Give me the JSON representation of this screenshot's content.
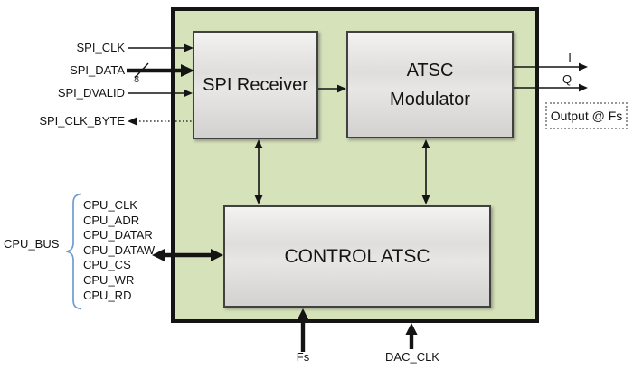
{
  "blocks": {
    "spi_receiver": {
      "label": "SPI Receiver"
    },
    "atsc_modulator": {
      "label_line1": "ATSC",
      "label_line2": "Modulator"
    },
    "control_atsc": {
      "label": "CONTROL ATSC"
    }
  },
  "left_inputs": {
    "spi_clk": "SPI_CLK",
    "spi_data": "SPI_DATA",
    "spi_data_bus_width": "8",
    "spi_dvalid": "SPI_DVALID",
    "spi_clk_byte": "SPI_CLK_BYTE"
  },
  "outputs": {
    "i": "I",
    "q": "Q",
    "note": "Output @ Fs"
  },
  "cpu_bus": {
    "label": "CPU_BUS",
    "signals": [
      "CPU_CLK",
      "CPU_ADR",
      "CPU_DATAR",
      "CPU_DATAW",
      "CPU_CS",
      "CPU_WR",
      "CPU_RD"
    ]
  },
  "bottom_inputs": {
    "fs": "Fs",
    "dac_clk": "DAC_CLK"
  },
  "colors": {
    "container_fill": "#d6e2ba",
    "container_border": "#141414",
    "block_border": "#414141",
    "arrow": "#141414",
    "brace": "#6f9bd1",
    "text": "#141414"
  }
}
